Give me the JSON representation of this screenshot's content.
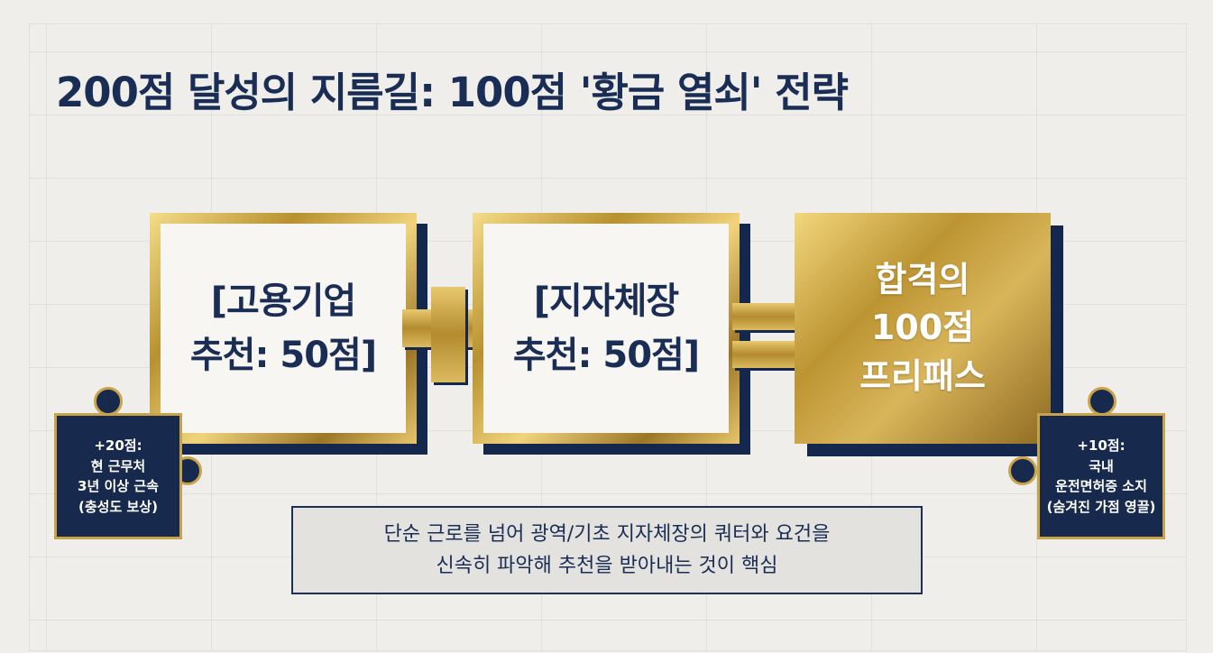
{
  "title": "200점 달성의 지름길: 100점 '황금 열쇠' 전략",
  "boxes": [
    {
      "line1": "[고용기업",
      "line2": "추천: 50점]"
    },
    {
      "line1": "[지자체장",
      "line2": "추천: 50점]"
    }
  ],
  "result": {
    "line1": "합격의",
    "line2": "100점",
    "line3": "프리패스"
  },
  "puzzles": {
    "left": {
      "line1": "+20점:",
      "line2": "현 근무처",
      "line3": "3년 이상 근속",
      "line4": "(충성도 보상)"
    },
    "right": {
      "line1": "+10점:",
      "line2": "국내",
      "line3": "운전면허증 소지",
      "line4": "(숨겨진 가점 영끌)"
    }
  },
  "note": {
    "line1": "단순 근로를 넘어 광역/기초 지자체장의 쿼터와 요건을",
    "line2": "신속히 파악해 추천을 받아내는 것이 핵심"
  },
  "colors": {
    "navy": "#1a2d55",
    "gold": "#c9a348",
    "background": "#efeeea"
  }
}
